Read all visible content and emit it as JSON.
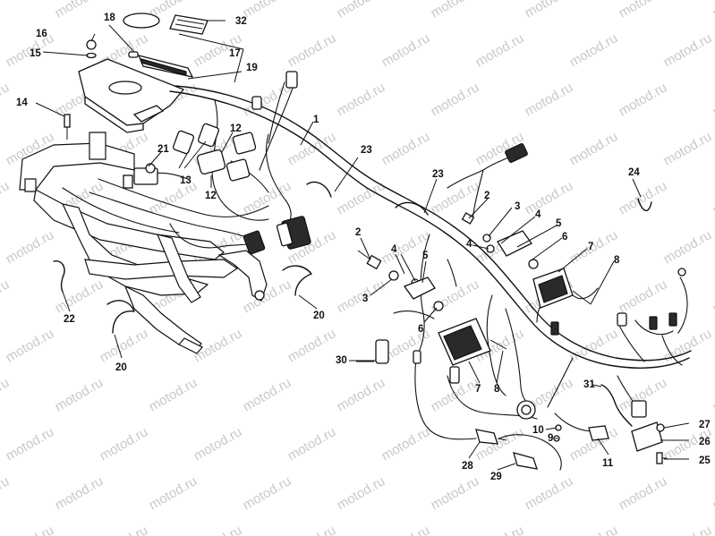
{
  "watermark": "motod.ru",
  "callouts": [
    {
      "id": "c1",
      "text": "1"
    },
    {
      "id": "c2a",
      "text": "2"
    },
    {
      "id": "c2b",
      "text": "2"
    },
    {
      "id": "c3a",
      "text": "3"
    },
    {
      "id": "c3b",
      "text": "3"
    },
    {
      "id": "c4a",
      "text": "4"
    },
    {
      "id": "c4b",
      "text": "4"
    },
    {
      "id": "c4c",
      "text": "4"
    },
    {
      "id": "c5a",
      "text": "5"
    },
    {
      "id": "c5b",
      "text": "5"
    },
    {
      "id": "c6a",
      "text": "6"
    },
    {
      "id": "c6b",
      "text": "6"
    },
    {
      "id": "c7a",
      "text": "7"
    },
    {
      "id": "c7b",
      "text": "7"
    },
    {
      "id": "c8a",
      "text": "8"
    },
    {
      "id": "c8b",
      "text": "8"
    },
    {
      "id": "c9",
      "text": "9"
    },
    {
      "id": "c10",
      "text": "10"
    },
    {
      "id": "c11",
      "text": "11"
    },
    {
      "id": "c12a",
      "text": "12"
    },
    {
      "id": "c12b",
      "text": "12"
    },
    {
      "id": "c13",
      "text": "13"
    },
    {
      "id": "c14",
      "text": "14"
    },
    {
      "id": "c15",
      "text": "15"
    },
    {
      "id": "c16",
      "text": "16"
    },
    {
      "id": "c17",
      "text": "17"
    },
    {
      "id": "c18",
      "text": "18"
    },
    {
      "id": "c19",
      "text": "19"
    },
    {
      "id": "c20a",
      "text": "20"
    },
    {
      "id": "c20b",
      "text": "20"
    },
    {
      "id": "c21",
      "text": "21"
    },
    {
      "id": "c22",
      "text": "22"
    },
    {
      "id": "c23a",
      "text": "23"
    },
    {
      "id": "c23b",
      "text": "23"
    },
    {
      "id": "c24",
      "text": "24"
    },
    {
      "id": "c25",
      "text": "25"
    },
    {
      "id": "c26",
      "text": "26"
    },
    {
      "id": "c27",
      "text": "27"
    },
    {
      "id": "c28",
      "text": "28"
    },
    {
      "id": "c29",
      "text": "29"
    },
    {
      "id": "c30",
      "text": "30"
    },
    {
      "id": "c31",
      "text": "31"
    },
    {
      "id": "c32",
      "text": "32"
    }
  ]
}
